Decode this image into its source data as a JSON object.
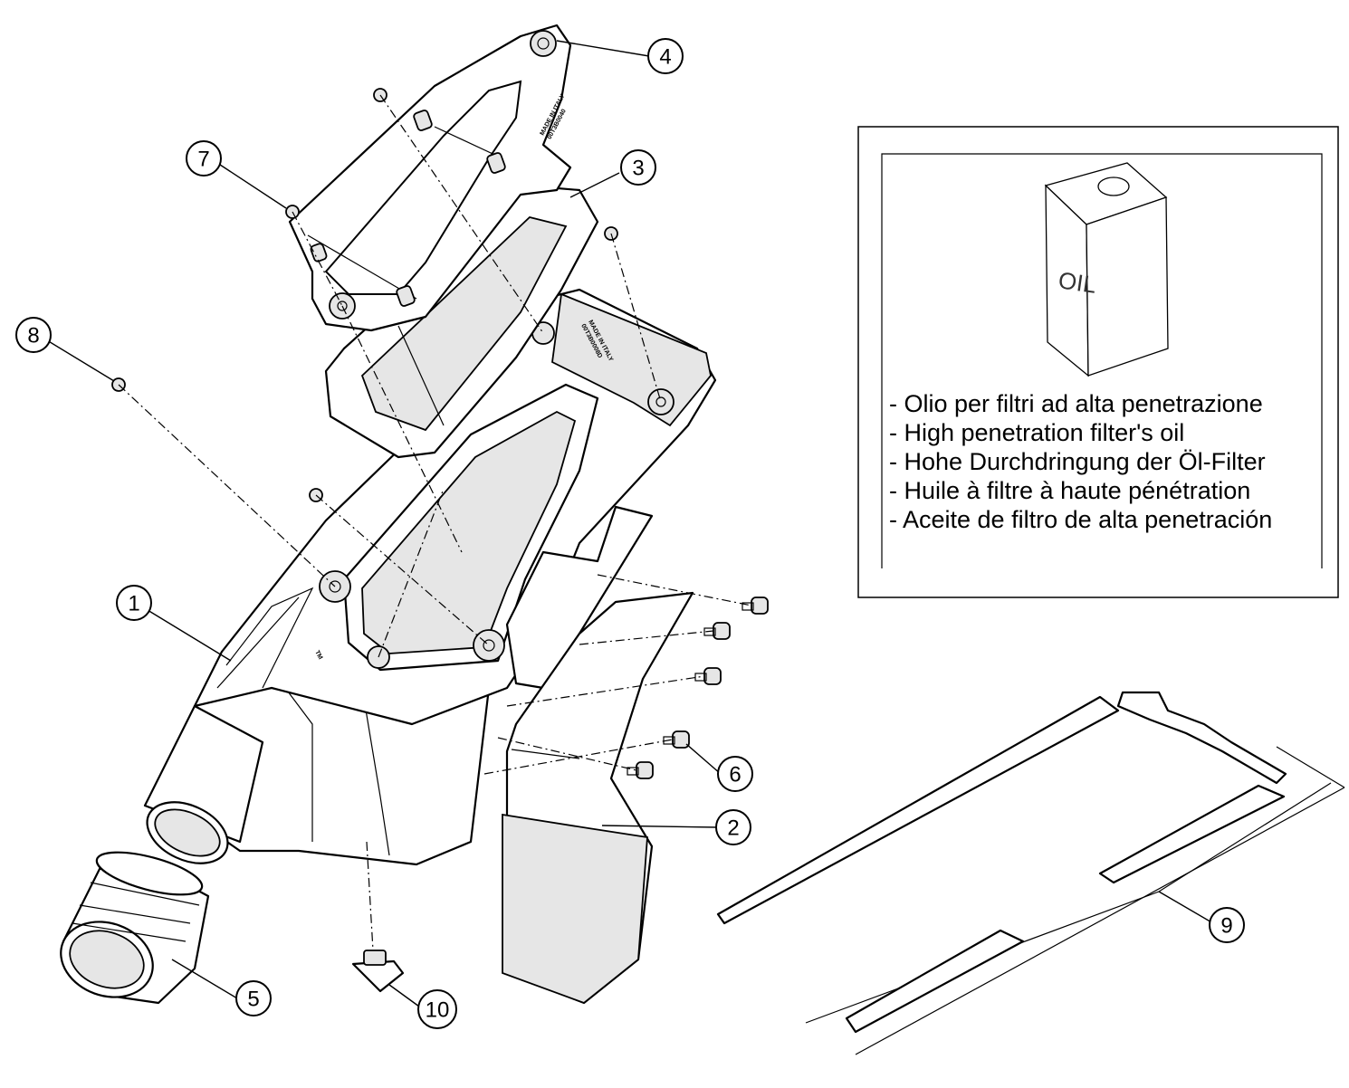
{
  "callouts": [
    {
      "number": "1"
    },
    {
      "number": "2"
    },
    {
      "number": "3"
    },
    {
      "number": "4"
    },
    {
      "number": "5"
    },
    {
      "number": "6"
    },
    {
      "number": "7"
    },
    {
      "number": "8"
    },
    {
      "number": "9"
    },
    {
      "number": "10"
    }
  ],
  "stamps": {
    "made_in_italy": "MADE IN ITALY",
    "part_code_top": "00T3B0040",
    "part_code_box": "00T3B0008D",
    "logo_text": "TM"
  },
  "oil_box": {
    "can_label": "OIL",
    "lines": [
      "- Olio per filtri ad alta penetrazione",
      "- High penetration filter's oil",
      "- Hohe Durchdringung der Öl-Filter",
      "- Huile à filtre à haute pénétration",
      "- Aceite de filtro de alta penetración"
    ]
  }
}
